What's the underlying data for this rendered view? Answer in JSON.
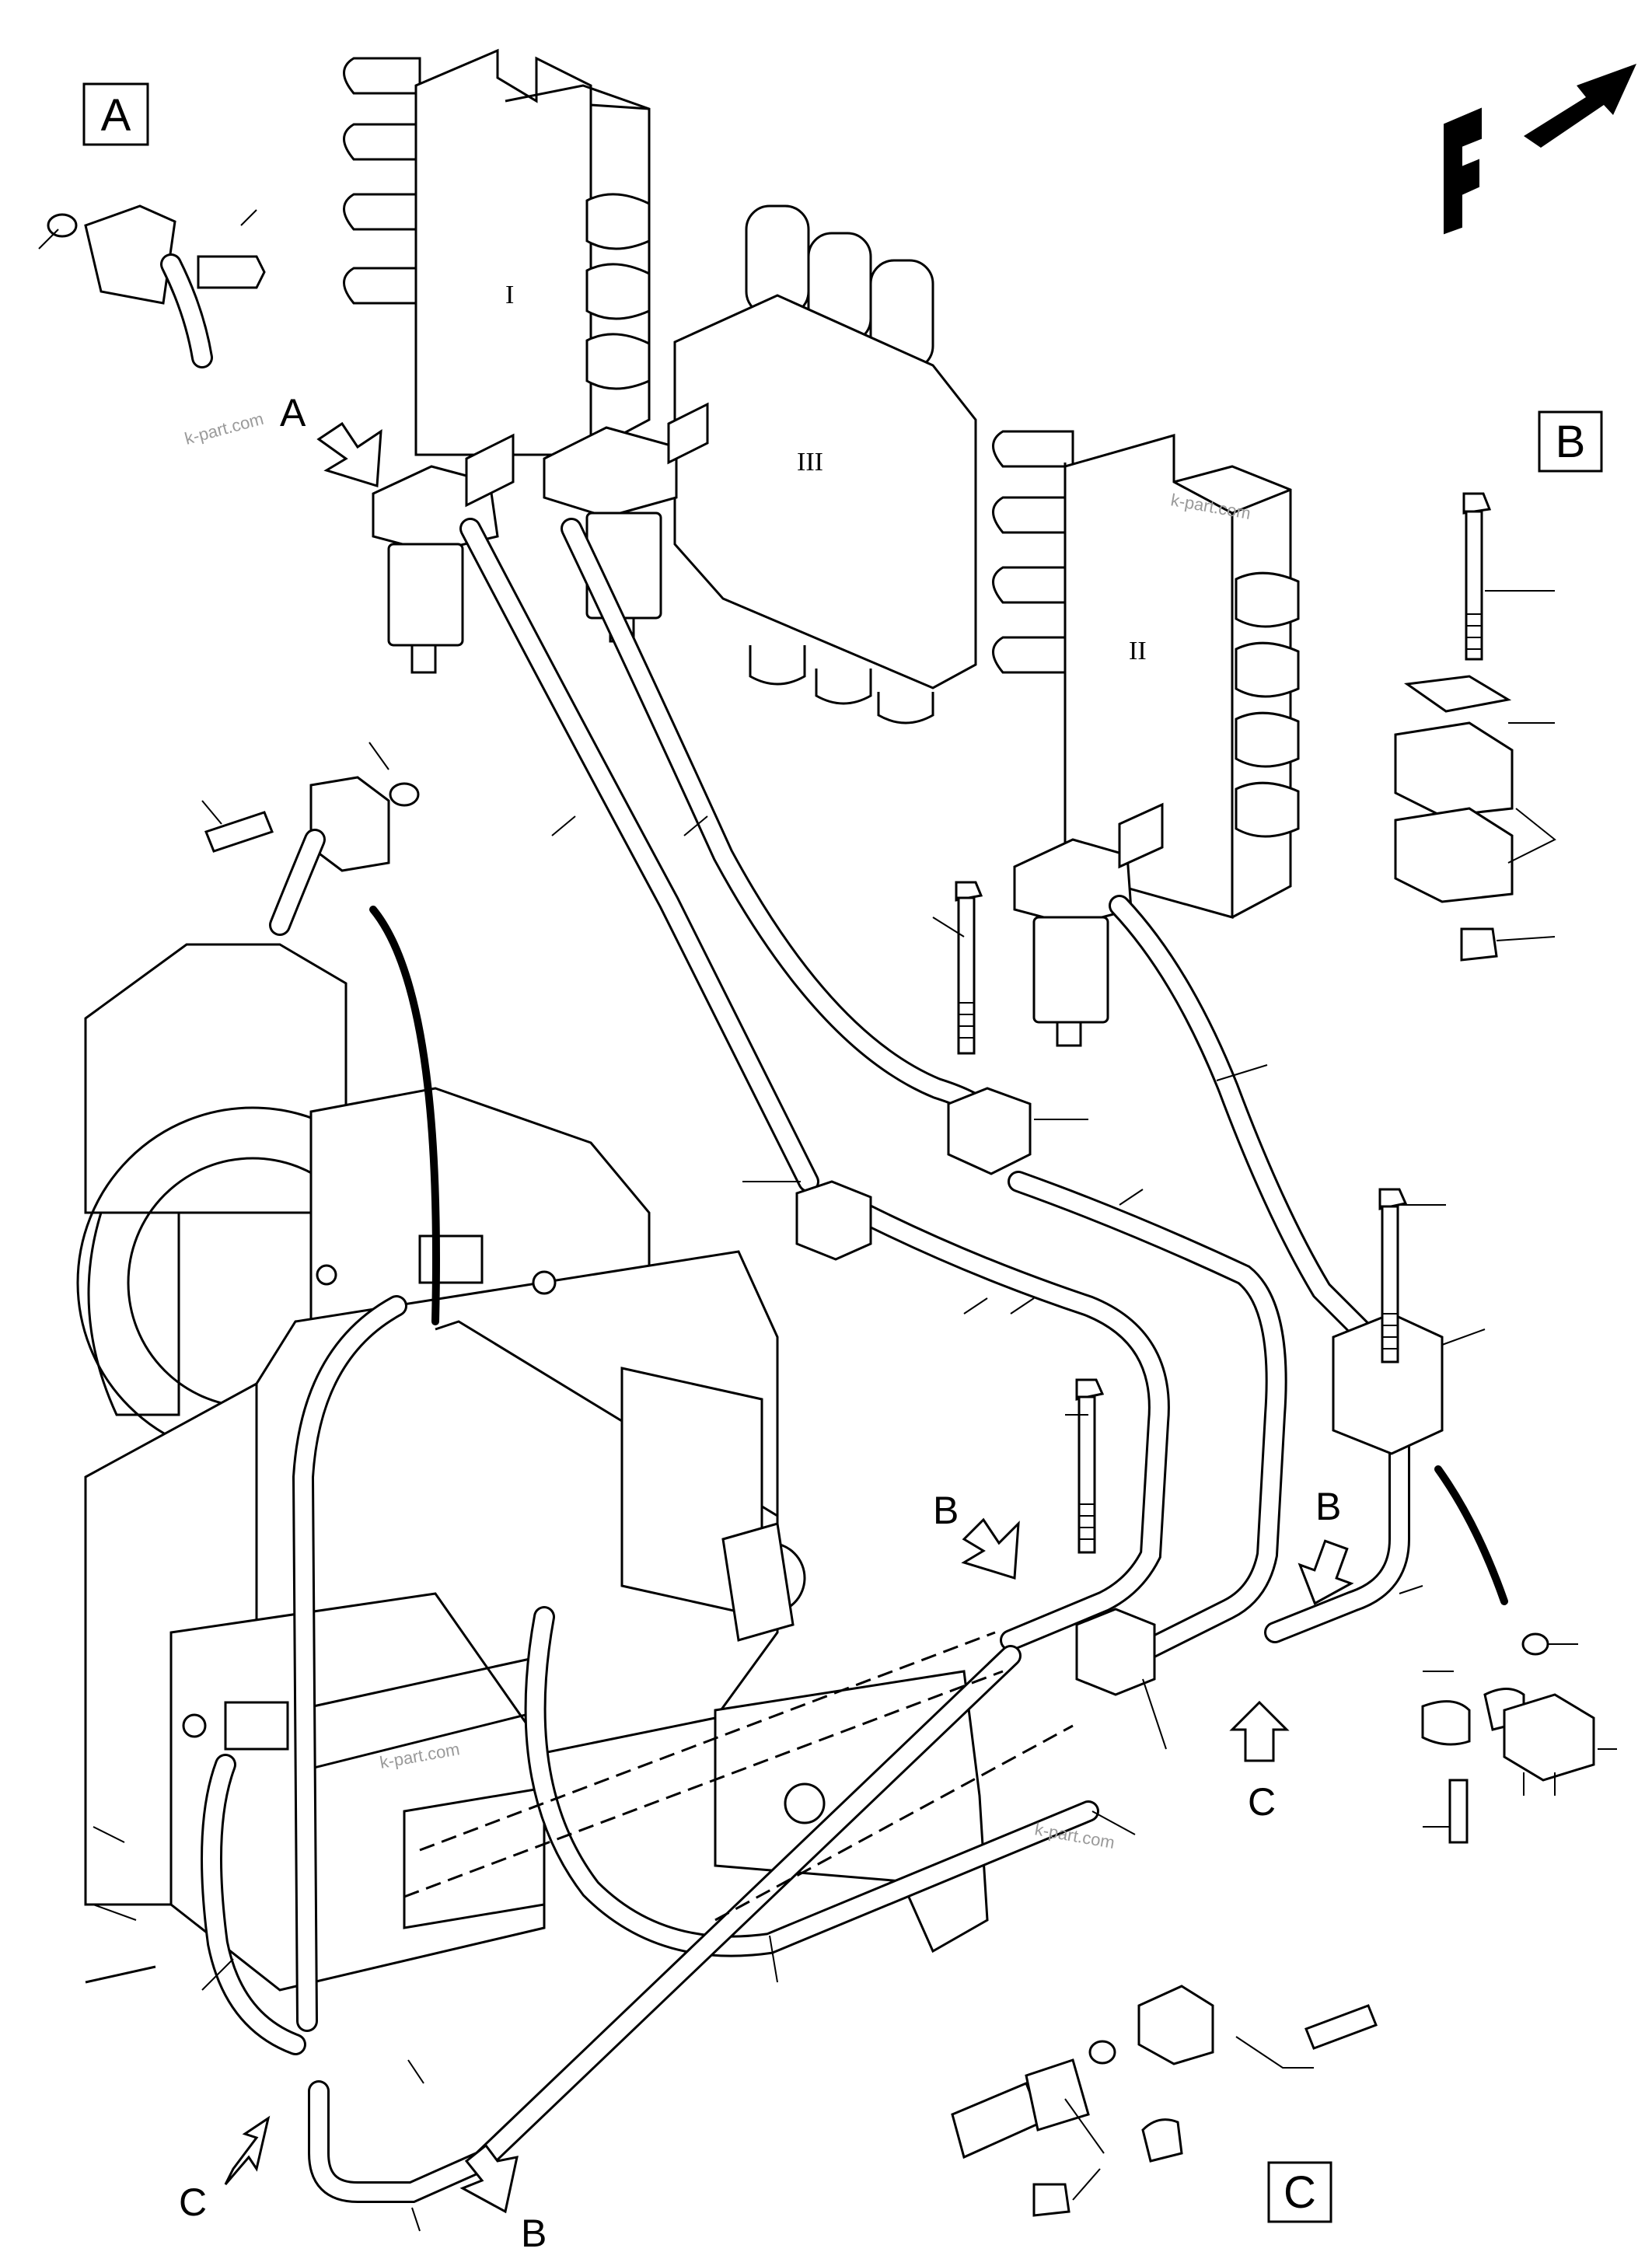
{
  "detail_boxes": {
    "a": "A",
    "b": "B",
    "c": "C"
  },
  "callouts": {
    "a_top": "A",
    "b_mid": "B",
    "b_right": "B",
    "b_bottom": "B",
    "c_right": "C",
    "c_bottom": "C"
  },
  "valve_labels": {
    "valve_1": "I",
    "valve_2": "II",
    "valve_3": "III"
  },
  "direction_symbol": "F",
  "watermarks": [
    "k-part.com",
    "k-part.com",
    "k-part.com",
    "k-part.com"
  ]
}
